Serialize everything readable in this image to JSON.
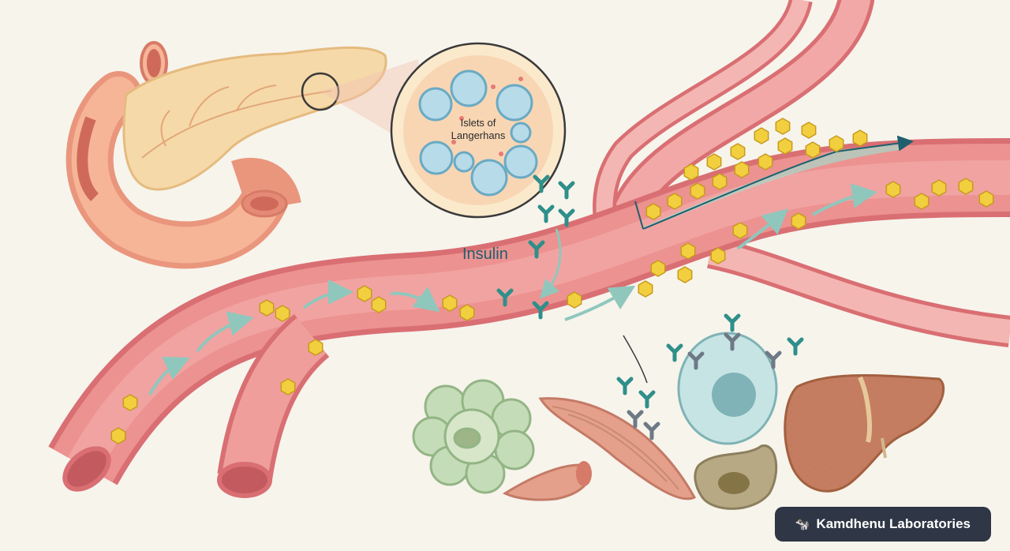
{
  "labels": {
    "islets": [
      "Islets of",
      "Langerhans"
    ],
    "insulin": "Insulin"
  },
  "brand": {
    "name": "Kamdhenu Laboratories",
    "icon": "cow-icon"
  },
  "colors": {
    "background": "#f7f4ec",
    "vessel": "#e9878a",
    "vessel_inner": "#f1a4a2",
    "glucose": "#f2cf3e",
    "insulin": "#2f8f8a",
    "pancreas": "#f6d9a8",
    "duodenum": "#f0a184"
  }
}
